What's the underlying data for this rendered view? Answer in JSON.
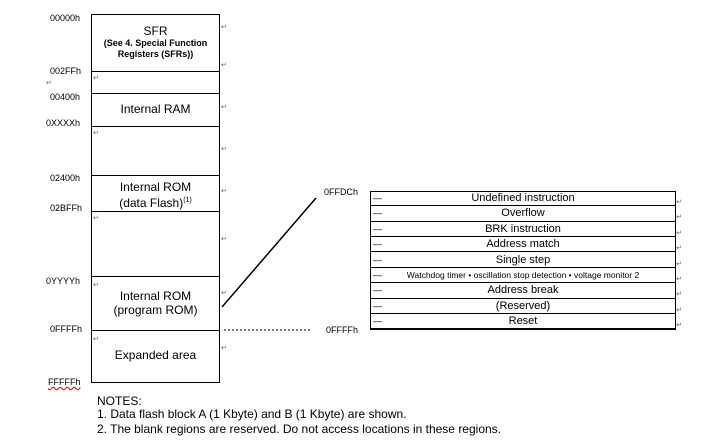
{
  "addresses": {
    "a00000": "00000h",
    "a002ff": "002FFh",
    "a00400": "00400h",
    "axxxx": "0XXXXh",
    "a02400": "02400h",
    "a02bff": "02BFFh",
    "ayyyy": "0YYYYh",
    "a0ffff": "0FFFFh",
    "affff": "FFFFFh"
  },
  "regions": {
    "sfr_title": "SFR",
    "sfr_note": "(See 4. Special Function Registers (SFRs))",
    "ram": "Internal RAM",
    "data_rom_line1": "Internal ROM",
    "data_rom_line2": "(data Flash)",
    "data_rom_sup": "(1)",
    "prog_rom_line1": "Internal ROM",
    "prog_rom_line2": "(program ROM)",
    "expanded": "Expanded area"
  },
  "vector": {
    "start_addr": "0FFDCh",
    "end_addr": "0FFFFh",
    "rows": [
      "Undefined instruction",
      "Overflow",
      "BRK instruction",
      "Address match",
      "Single step",
      "Watchdog timer • oscillation stop detection • voltage monitor 2",
      "Address break",
      "(Reserved)",
      "Reset"
    ]
  },
  "notes": {
    "heading": "NOTES:",
    "note1": "1. Data flash block A (1 Kbyte) and B (1 Kbyte) are shown.",
    "note2": "2. The blank regions are reserved. Do not access locations in these regions."
  }
}
